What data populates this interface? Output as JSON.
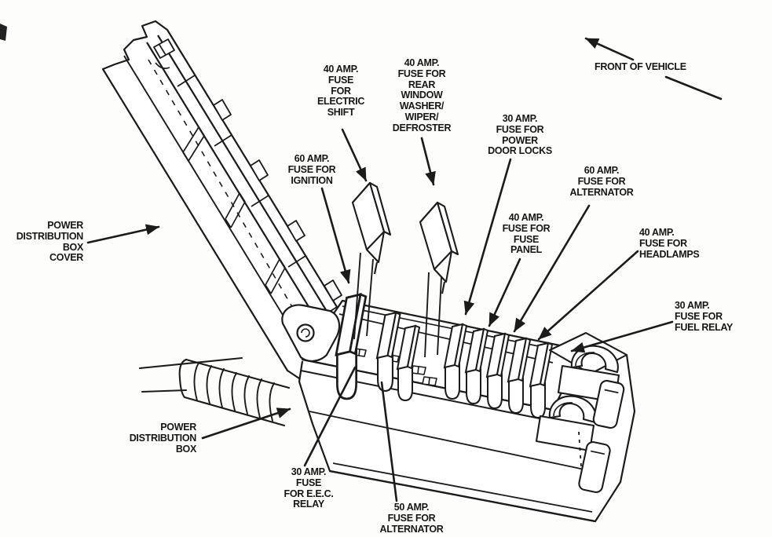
{
  "page": {
    "background": "#fdfdfc",
    "ink": "#1b1b1b",
    "description": "Power distribution box fuse diagram (line art)"
  },
  "labels": {
    "front_of_vehicle": "FRONT OF VEHICLE",
    "power_distribution_box_cover": "POWER\nDISTRIBUTION\nBOX\nCOVER",
    "power_distribution_box": "POWER\nDISTRIBUTION\nBOX",
    "fuse_electric_shift": "40 AMP.\nFUSE\nFOR\nELECTRIC\nSHIFT",
    "fuse_rear_window": "40 AMP.\nFUSE FOR\nREAR\nWINDOW\nWASHER/\nWIPER/\nDEFROSTER",
    "fuse_ignition": "60 AMP.\nFUSE FOR\nIGNITION",
    "fuse_power_door_locks": "30 AMP.\nFUSE FOR\nPOWER\nDOOR LOCKS",
    "fuse_alternator_60": "60 AMP.\nFUSE FOR\nALTERNATOR",
    "fuse_fuse_panel": "40 AMP.\nFUSE FOR\nFUSE\nPANEL",
    "fuse_headlamps": "40 AMP.\nFUSE FOR\nHEADLAMPS",
    "fuse_fuel_relay": "30 AMP.\nFUSE FOR\nFUEL RELAY",
    "fuse_eec_relay": "30 AMP.\nFUSE\nFOR E.E.C.\nRELAY",
    "fuse_alternator_50": "50 AMP.\nFUSE FOR\nALTERNATOR"
  }
}
